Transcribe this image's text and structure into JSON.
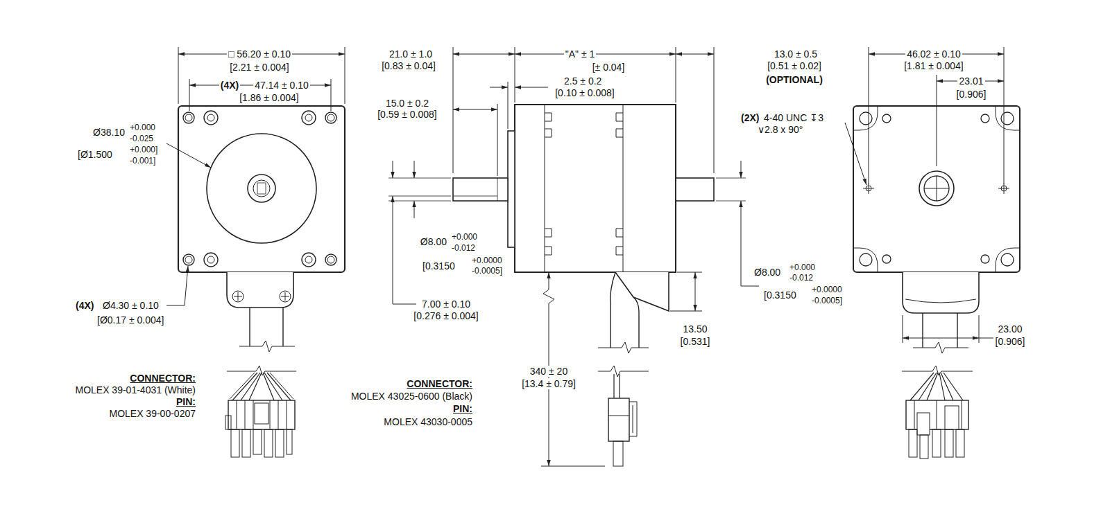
{
  "diagram": {
    "labels": [
      "□ 56.20 ± 0.10",
      "[2.21 ± 0.004]",
      "(4X)",
      "47.14 ± 0.10",
      "[1.86 ± 0.004]",
      "Ø38.10",
      "+0.000",
      "-0.025",
      "[Ø1.500",
      "+0.000]",
      "-0.001]",
      "(4X)",
      "Ø4.30 ± 0.10",
      "[Ø0.17 ± 0.004]",
      "CONNECTOR:",
      "MOLEX 39-01-4031 (White)",
      "PIN:",
      "MOLEX 39-00-0207",
      "21.0 ± 1.0",
      "[0.83 ± 0.04]",
      "\"A\" ± 1",
      "[± 0.04]",
      "13.0 ± 0.5",
      "[0.51 ± 0.02]",
      "(OPTIONAL)",
      "2.5 ± 0.2",
      "[0.10 ± 0.008]",
      "15.0 ± 0.2",
      "[0.59 ± 0.008]",
      "Ø8.00",
      "+0.000",
      "-0.012",
      "[0.3150",
      "+0.0000",
      "-0.0005]",
      "7.00 ± 0.10",
      "[0.276 ± 0.004]",
      "CONNECTOR:",
      "MOLEX 43025-0600 (Black)",
      "PIN:",
      "MOLEX 43030-0005",
      "340 ± 20",
      "[13.4 ± 0.79]",
      "13.50",
      "[0.531]",
      "Ø8.00",
      "+0.000",
      "-0.012",
      "[0.3150",
      "+0.0000",
      "-0.0005]",
      "46.02 ± 0.10",
      "[1.81 ± 0.004]",
      "23.01",
      "[0.906]",
      "(2X)",
      "4-40 UNC ↧3",
      "∨2.8 x 90°",
      "23.00",
      "[0.906]"
    ]
  }
}
